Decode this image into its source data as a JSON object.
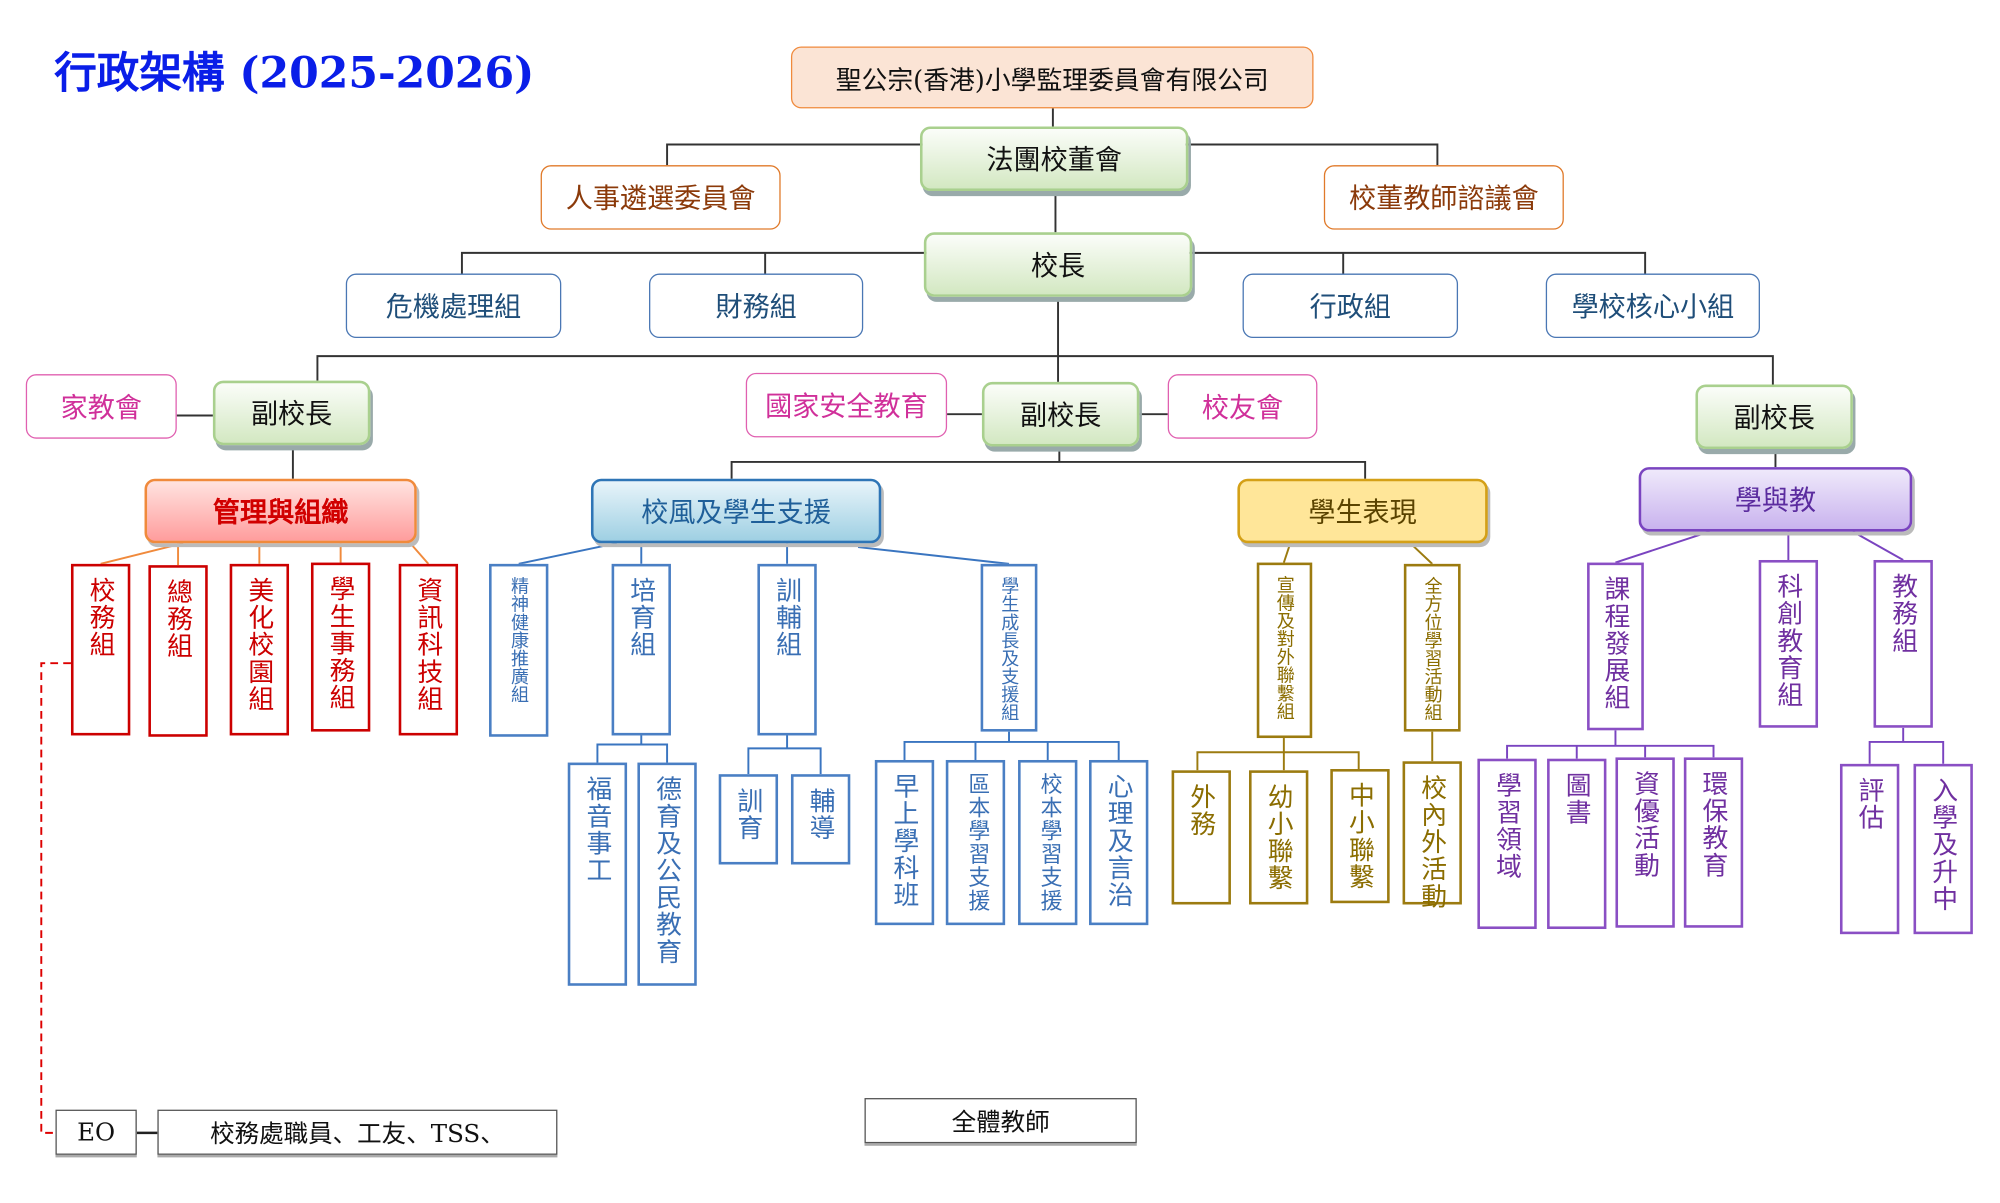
{
  "title": "行政架構 (2025-2026)",
  "top": {
    "company": "聖公宗(香港)小學監理委員會有限公司",
    "board": "法團校董會",
    "selection_committee": "人事遴選委員會",
    "consultative_council": "校董教師諮議會",
    "principal": "校長",
    "principal_groups": [
      "危機處理組",
      "財務組",
      "行政組",
      "學校核心小組"
    ]
  },
  "vice_principals": [
    {
      "label": "副校長",
      "side": "家教會"
    },
    {
      "label": "副校長",
      "left": "國家安全教育",
      "right": "校友會"
    },
    {
      "label": "副校長"
    }
  ],
  "divisions": {
    "management": {
      "label": "管理與組織",
      "groups": [
        "校務組",
        "總務組",
        "美化校園組",
        "學生事務組",
        "資訊科技組"
      ]
    },
    "support": {
      "label": "校風及學生支援",
      "groups": [
        "精神健康推廣組",
        "培育組",
        "訓輔組",
        "學生成長及支援組"
      ],
      "nurture_subs": [
        "福音事工",
        "德育及公民教育"
      ],
      "guidance_subs": [
        "訓育",
        "輔導"
      ],
      "growth_subs": [
        "早上學科班",
        "區本學習支援",
        "校本學習支援",
        "心理及言治"
      ]
    },
    "performance": {
      "label": "學生表現",
      "groups": [
        "宣傳及對外聯繫組",
        "全方位學習活動組"
      ],
      "promotion_subs": [
        "外務",
        "幼小聯繫",
        "中小聯繫"
      ],
      "activity_subs": [
        "校內外活動"
      ]
    },
    "learning": {
      "label": "學與教",
      "groups": [
        "課程發展組",
        "科創教育組",
        "教務組"
      ],
      "curriculum_subs": [
        "學習領域",
        "圖書",
        "資優活動",
        "環保教育"
      ],
      "academic_subs": [
        "評估",
        "入學及升中"
      ]
    }
  },
  "bottom": {
    "eo": "EO",
    "staff": "校務處職員、工友、TSS、",
    "all_teachers": "全體教師"
  }
}
